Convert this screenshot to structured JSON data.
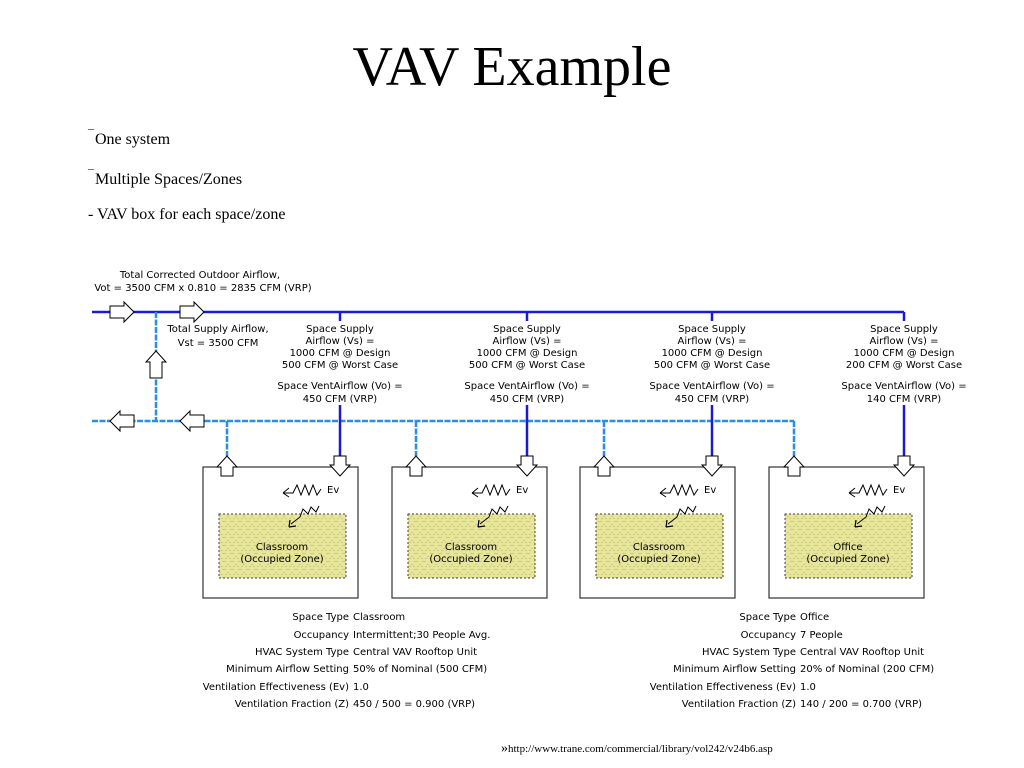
{
  "title": "VAV Example",
  "bullets": [
    {
      "marker": "¯",
      "text": "One system"
    },
    {
      "marker": "¯",
      "text": "Multiple Spaces/Zones"
    },
    {
      "marker": "",
      "text": "- VAV box for each space/zone"
    }
  ],
  "diagram": {
    "outdoor_airflow": {
      "line1": "Total Corrected Outdoor Airflow,",
      "line2": "Vot = 3500 CFM x 0.810 = 2835 CFM (VRP)"
    },
    "supply_airflow": {
      "line1": "Total Supply Airflow,",
      "line2": "Vst = 3500 CFM"
    },
    "zones": [
      {
        "supply": [
          "Space Supply",
          "Airflow (Vs) =",
          "1000 CFM @ Design",
          "500 CFM @ Worst Case"
        ],
        "vent": [
          "Space VentAirflow (Vo) =",
          "450 CFM (VRP)"
        ],
        "room": [
          "Classroom",
          "(Occupied Zone)"
        ],
        "ev_label": "Ev"
      },
      {
        "supply": [
          "Space Supply",
          "Airflow (Vs) =",
          "1000 CFM @ Design",
          "500 CFM @ Worst Case"
        ],
        "vent": [
          "Space VentAirflow (Vo) =",
          "450 CFM (VRP)"
        ],
        "room": [
          "Classroom",
          "(Occupied Zone)"
        ],
        "ev_label": "Ev"
      },
      {
        "supply": [
          "Space Supply",
          "Airflow (Vs) =",
          "1000 CFM @ Design",
          "500 CFM @ Worst Case"
        ],
        "vent": [
          "Space VentAirflow (Vo) =",
          "450 CFM (VRP)"
        ],
        "room": [
          "Classroom",
          "(Occupied Zone)"
        ],
        "ev_label": "Ev"
      },
      {
        "supply": [
          "Space Supply",
          "Airflow (Vs) =",
          "1000 CFM @ Design",
          "200 CFM @ Worst Case"
        ],
        "vent": [
          "Space VentAirflow (Vo) =",
          "140 CFM (VRP)"
        ],
        "room": [
          "Office",
          "(Occupied Zone)"
        ],
        "ev_label": "Ev"
      }
    ],
    "tables": [
      {
        "rows": [
          {
            "label": "Space Type",
            "value": "Classroom"
          },
          {
            "label": "Occupancy",
            "value": "Intermittent;30 People Avg."
          },
          {
            "label": "HVAC System Type",
            "value": "Central VAV Rooftop Unit"
          },
          {
            "label": "Minimum Airflow Setting",
            "value": "50% of Nominal (500 CFM)"
          },
          {
            "label": "Ventilation Effectiveness (Ev)",
            "value": "1.0"
          },
          {
            "label": "Ventilation Fraction (Z)",
            "value": "450 / 500 = 0.900 (VRP)"
          }
        ]
      },
      {
        "rows": [
          {
            "label": "Space Type",
            "value": "Office"
          },
          {
            "label": "Occupancy",
            "value": "7 People"
          },
          {
            "label": "HVAC System Type",
            "value": "Central VAV Rooftop Unit"
          },
          {
            "label": "Minimum Airflow Setting",
            "value": "20% of Nominal (200 CFM)"
          },
          {
            "label": "Ventilation Effectiveness (Ev)",
            "value": "1.0"
          },
          {
            "label": "Ventilation Fraction (Z)",
            "value": "140 / 200 = 0.700 (VRP)"
          }
        ]
      }
    ],
    "colors": {
      "supply_duct": "#1a1ad6",
      "return_duct": "#2a8ee8",
      "occupied_zone_fill": "#e8e69a",
      "occupied_zone_border": "#404040"
    }
  },
  "source": {
    "marker": "»",
    "url": "http://www.trane.com/commercial/library/vol242/v24b6.asp"
  }
}
